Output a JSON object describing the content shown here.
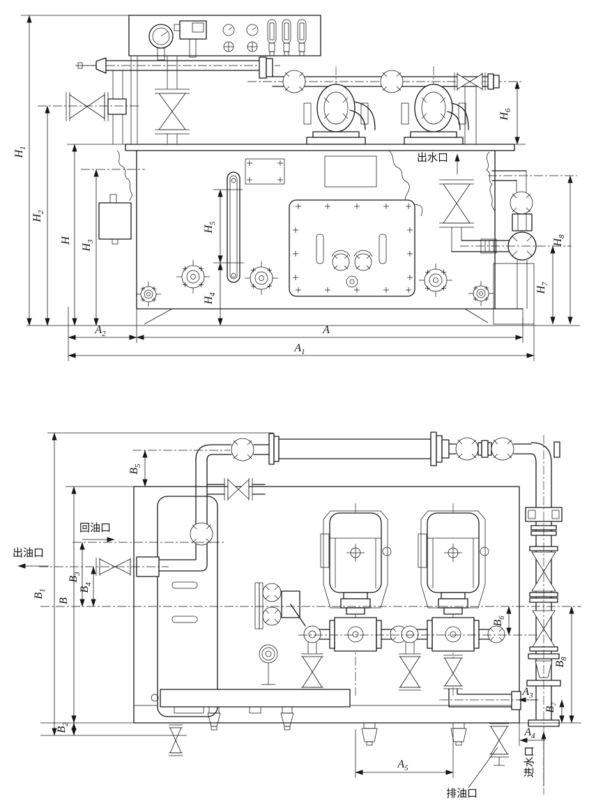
{
  "drawing": {
    "colors": {
      "line": "#161616",
      "background": "#ffffff"
    },
    "front": {
      "ports": {
        "water_outlet": "出水口"
      },
      "dims": {
        "h1": {
          "b": "H",
          "s": "1"
        },
        "h2": {
          "b": "H",
          "s": "2"
        },
        "h": {
          "b": "H",
          "s": ""
        },
        "h3": {
          "b": "H",
          "s": "3"
        },
        "h4": {
          "b": "H",
          "s": "4"
        },
        "h5": {
          "b": "H",
          "s": "5"
        },
        "h6": {
          "b": "H",
          "s": "6"
        },
        "h7": {
          "b": "H",
          "s": "7"
        },
        "h8": {
          "b": "H",
          "s": "8"
        },
        "a": {
          "b": "A",
          "s": ""
        },
        "a1": {
          "b": "A",
          "s": "1"
        },
        "a2": {
          "b": "A",
          "s": "2"
        }
      }
    },
    "plan": {
      "ports": {
        "oil_outlet": "出油口",
        "oil_return": "回油口",
        "oil_drain": "排油口",
        "water_inlet": "进水口"
      },
      "dims": {
        "b1": {
          "b": "B",
          "s": "1"
        },
        "b": {
          "b": "B",
          "s": ""
        },
        "b2": {
          "b": "B",
          "s": "2"
        },
        "b3": {
          "b": "B",
          "s": "3"
        },
        "b4": {
          "b": "B",
          "s": "4"
        },
        "b5": {
          "b": "B",
          "s": "5"
        },
        "b6": {
          "b": "B",
          "s": "6"
        },
        "b7": {
          "b": "B",
          "s": "7"
        },
        "b8": {
          "b": "B",
          "s": "8"
        },
        "a3": {
          "b": "A",
          "s": "3"
        },
        "a4": {
          "b": "A",
          "s": "4"
        },
        "a5": {
          "b": "A",
          "s": "5"
        }
      }
    }
  }
}
